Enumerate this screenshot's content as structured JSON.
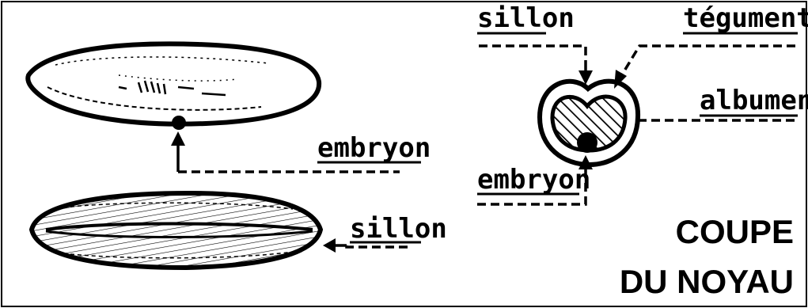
{
  "labels": {
    "embryon_grain": "embryon",
    "sillon_grain": "sillon",
    "sillon_section": "sillon",
    "tegument": "tégument",
    "albumen": "albumen",
    "embryon_section": "embryon"
  },
  "caption": {
    "line1": "COUPE",
    "line2": "DU NOYAU"
  },
  "colors": {
    "ink": "#000000",
    "paper": "#ffffff"
  }
}
